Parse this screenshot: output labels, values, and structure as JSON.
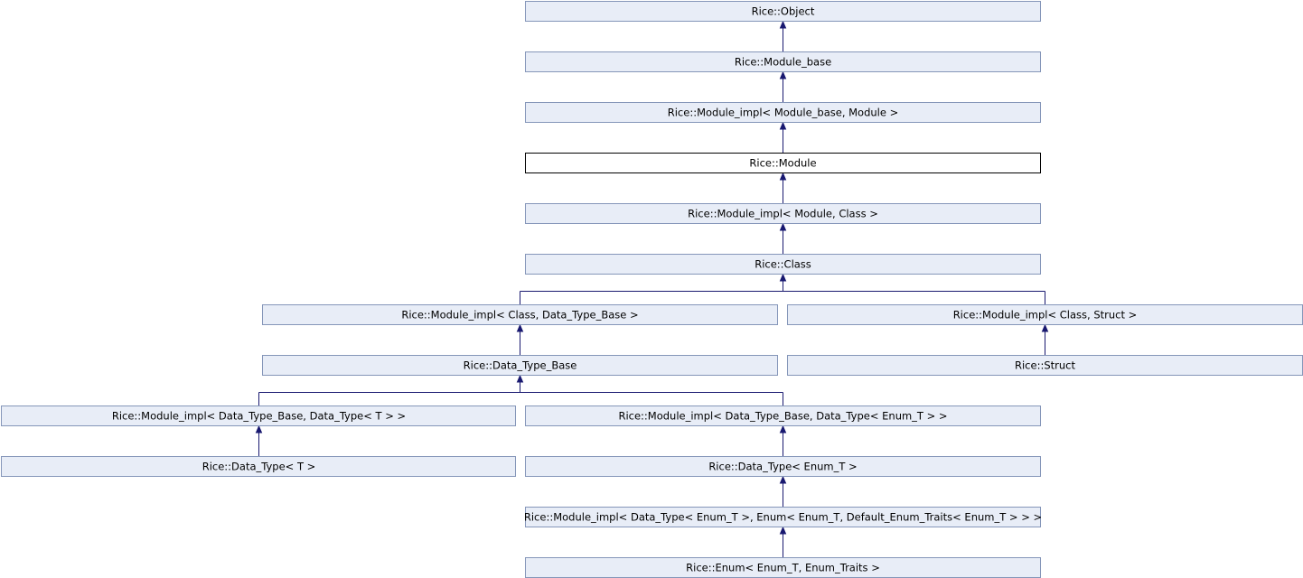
{
  "diagram": {
    "nodes": [
      {
        "id": "object",
        "label": "Rice::Object"
      },
      {
        "id": "module_base",
        "label": "Rice::Module_base"
      },
      {
        "id": "module_impl_module_base",
        "label": "Rice::Module_impl< Module_base, Module >"
      },
      {
        "id": "module",
        "label": "Rice::Module",
        "current": true
      },
      {
        "id": "module_impl_module_class",
        "label": "Rice::Module_impl< Module, Class >"
      },
      {
        "id": "class",
        "label": "Rice::Class"
      },
      {
        "id": "module_impl_class_dtb",
        "label": "Rice::Module_impl< Class, Data_Type_Base >"
      },
      {
        "id": "module_impl_class_struct",
        "label": "Rice::Module_impl< Class, Struct >"
      },
      {
        "id": "data_type_base",
        "label": "Rice::Data_Type_Base"
      },
      {
        "id": "struct",
        "label": "Rice::Struct"
      },
      {
        "id": "module_impl_dtb_dt_t",
        "label": "Rice::Module_impl< Data_Type_Base, Data_Type< T > >"
      },
      {
        "id": "module_impl_dtb_dt_enum",
        "label": "Rice::Module_impl< Data_Type_Base, Data_Type< Enum_T > >"
      },
      {
        "id": "data_type_t",
        "label": "Rice::Data_Type< T >"
      },
      {
        "id": "data_type_enum",
        "label": "Rice::Data_Type< Enum_T >"
      },
      {
        "id": "module_impl_dt_enum_enum",
        "label": "Rice::Module_impl< Data_Type< Enum_T >, Enum< Enum_T, Default_Enum_Traits< Enum_T > > >"
      },
      {
        "id": "enum",
        "label": "Rice::Enum< Enum_T, Enum_Traits >"
      }
    ],
    "edges": [
      {
        "from": "module_base",
        "to": "object"
      },
      {
        "from": "module_impl_module_base",
        "to": "module_base"
      },
      {
        "from": "module",
        "to": "module_impl_module_base"
      },
      {
        "from": "module_impl_module_class",
        "to": "module"
      },
      {
        "from": "class",
        "to": "module_impl_module_class"
      },
      {
        "from": "module_impl_class_dtb",
        "to": "class"
      },
      {
        "from": "module_impl_class_struct",
        "to": "class"
      },
      {
        "from": "data_type_base",
        "to": "module_impl_class_dtb"
      },
      {
        "from": "struct",
        "to": "module_impl_class_struct"
      },
      {
        "from": "module_impl_dtb_dt_t",
        "to": "data_type_base"
      },
      {
        "from": "module_impl_dtb_dt_enum",
        "to": "data_type_base"
      },
      {
        "from": "data_type_t",
        "to": "module_impl_dtb_dt_t"
      },
      {
        "from": "data_type_enum",
        "to": "module_impl_dtb_dt_enum"
      },
      {
        "from": "module_impl_dt_enum_enum",
        "to": "data_type_enum"
      },
      {
        "from": "enum",
        "to": "module_impl_dt_enum_enum"
      }
    ]
  }
}
